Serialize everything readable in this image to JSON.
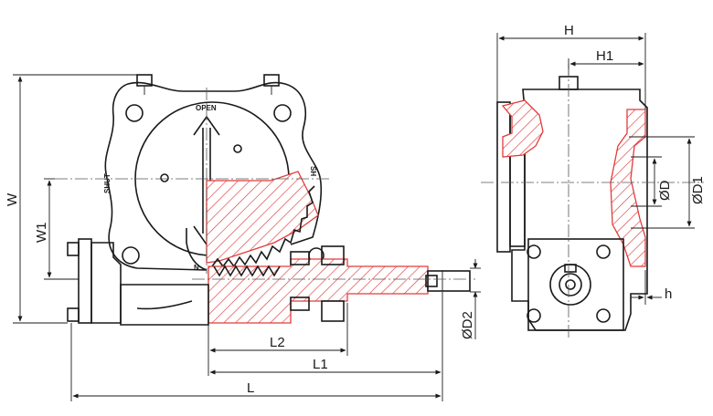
{
  "dimensions": {
    "W": "W",
    "W1": "W1",
    "L": "L",
    "L1": "L1",
    "L2": "L2",
    "D2": "ØD2",
    "H": "H",
    "H1": "H1",
    "D": "ØD",
    "D1": "ØD1",
    "h": "h"
  },
  "labels": {
    "open": "OPEN",
    "shut": "SHUT",
    "sh_mark": "SH",
    "n_mark": "N"
  },
  "colors": {
    "line": "#1a1a1a",
    "section": "#e23b3b",
    "background": "#ffffff"
  }
}
